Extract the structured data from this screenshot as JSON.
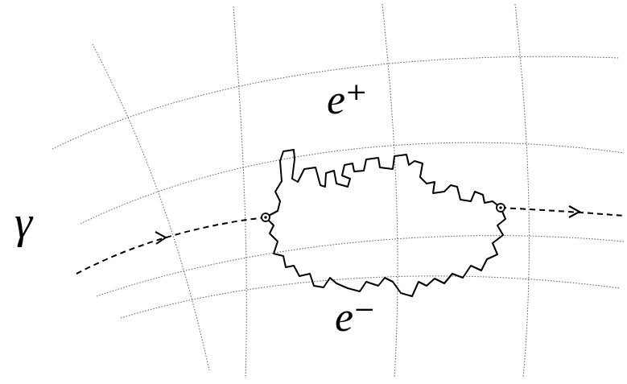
{
  "diagram": {
    "labels": [
      "γ",
      "e⁺",
      "e⁻"
    ]
  }
}
